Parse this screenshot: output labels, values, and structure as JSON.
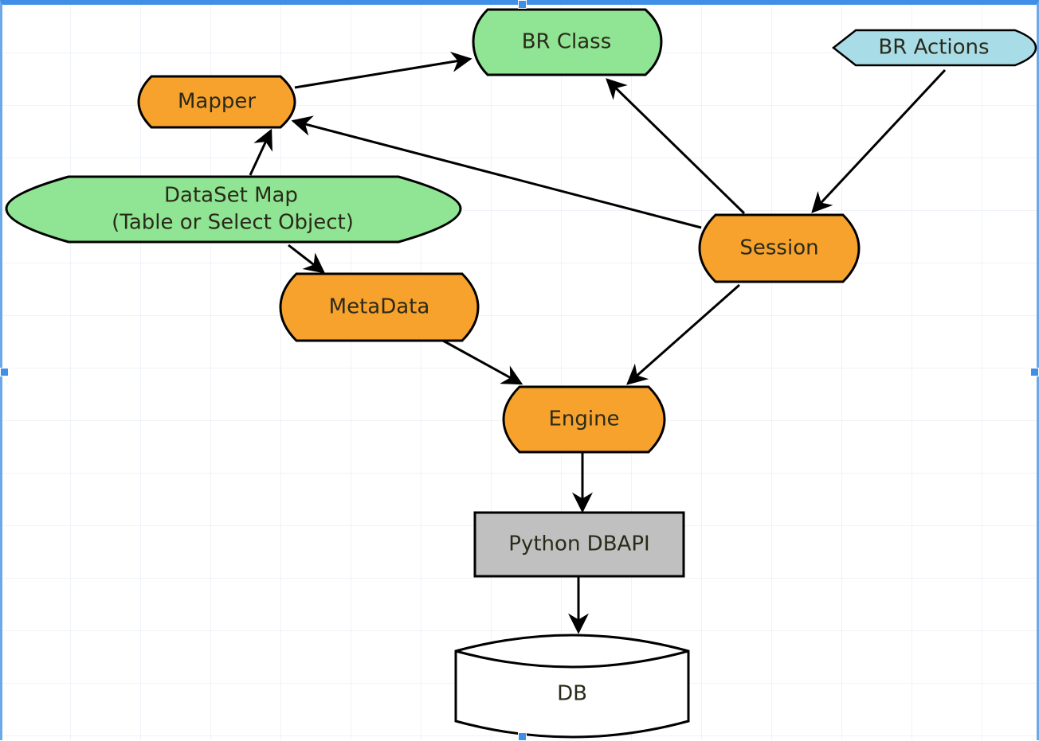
{
  "diagram": {
    "nodes": {
      "br_class": "BR Class",
      "br_actions": "BR Actions",
      "mapper": "Mapper",
      "dataset_map_line1": "DataSet Map",
      "dataset_map_line2": "(Table or Select Object)",
      "session": "Session",
      "metadata": "MetaData",
      "engine": "Engine",
      "python_dbapi": "Python DBAPI",
      "db": "DB"
    },
    "edges": [
      {
        "from": "mapper",
        "to": "br_class"
      },
      {
        "from": "dataset_map",
        "to": "mapper"
      },
      {
        "from": "dataset_map",
        "to": "metadata"
      },
      {
        "from": "session",
        "to": "br_class"
      },
      {
        "from": "session",
        "to": "mapper"
      },
      {
        "from": "br_actions",
        "to": "session"
      },
      {
        "from": "session",
        "to": "engine"
      },
      {
        "from": "metadata",
        "to": "engine"
      },
      {
        "from": "engine",
        "to": "python_dbapi"
      },
      {
        "from": "python_dbapi",
        "to": "db"
      }
    ],
    "colors": {
      "orange": "#f7a22c",
      "green": "#8fe593",
      "blue": "#a8dde8",
      "gray": "#c0c0c0",
      "white": "#ffffff",
      "frame": "#3f8fe6"
    }
  }
}
